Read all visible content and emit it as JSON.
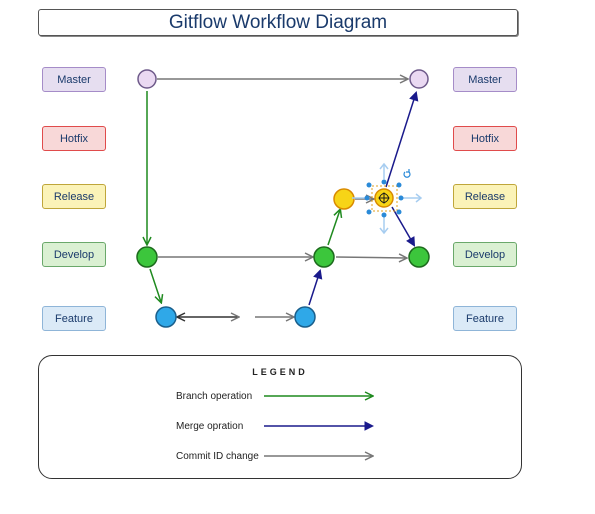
{
  "title": "Gitflow Workflow Diagram",
  "lanes": {
    "master": {
      "label": "Master",
      "fill": "#e6def0",
      "border": "#a58cc8"
    },
    "hotfix": {
      "label": "Hotfix",
      "fill": "#f8d8d8",
      "border": "#e04b4b"
    },
    "release": {
      "label": "Release",
      "fill": "#fbf3b8",
      "border": "#bfa63a"
    },
    "develop": {
      "label": "Develop",
      "fill": "#daf0d2",
      "border": "#6aa86a"
    },
    "feature": {
      "label": "Feature",
      "fill": "#dbeaf7",
      "border": "#8fb5d8"
    }
  },
  "colors": {
    "branch": "#1f8a1f",
    "merge": "#1a1a8c",
    "commit": "#777777",
    "master_node": "#ead9f2",
    "develop_node": "#3cc63c",
    "feature_node": "#2fa8e8",
    "release_node": "#f7d417",
    "selection": "#2a8ad8"
  },
  "legend": {
    "title": "LEGEND",
    "items": [
      {
        "label": "Branch operation",
        "kind": "branch"
      },
      {
        "label": "Merge opration",
        "kind": "merge"
      },
      {
        "label": "Commit ID change",
        "kind": "commit"
      }
    ]
  },
  "selection_icon": "move-icon"
}
